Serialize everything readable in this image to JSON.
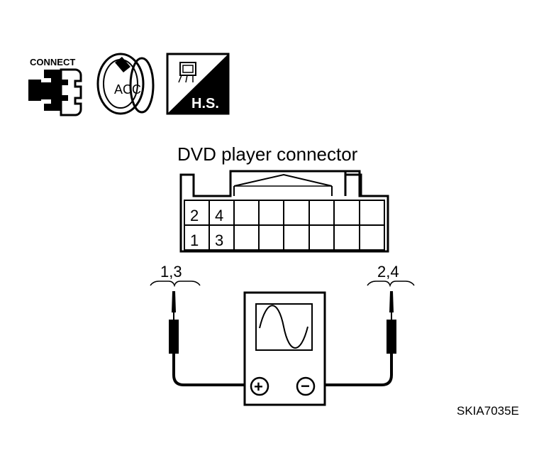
{
  "icons": {
    "connect_text": "CONNECT",
    "acc_text": "ACC",
    "hs_text": "H.S."
  },
  "diagram": {
    "connector_title": "DVD player connector",
    "pin_labels": {
      "top_left": "2",
      "top_second": "4",
      "bottom_left": "1",
      "bottom_second": "3"
    },
    "left_probe_label": "1,3",
    "right_probe_label": "2,4",
    "plus_symbol": "+",
    "minus_symbol": "−",
    "figure_id": "SKIA7035E"
  }
}
